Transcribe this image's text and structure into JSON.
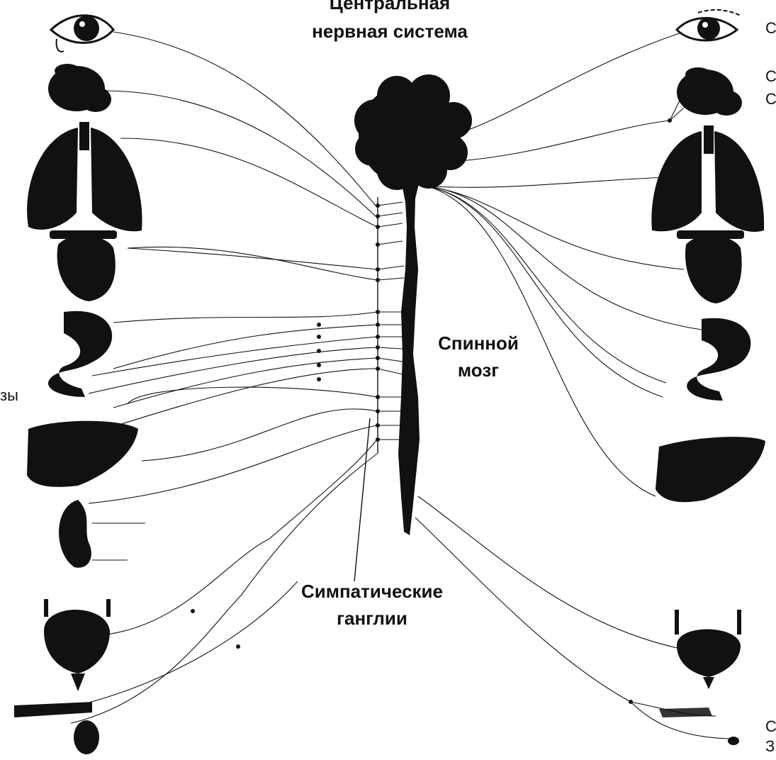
{
  "labels": {
    "cns_line1": "Центральная",
    "cns_line2": "нервная система",
    "spinal_line1": "Спинной",
    "spinal_line2": "мозг",
    "ganglia_line1": "Симпатические",
    "ganglia_line2": "ганглии"
  },
  "edge_fragments": {
    "left_zy": "зы",
    "right_c1": "С",
    "right_c2": "С",
    "right_c3": "С",
    "right_c4": "С",
    "right_z": "З"
  },
  "organs": {
    "left": [
      "eye-icon",
      "salivary-gland-icon",
      "lungs-icon",
      "heart-icon",
      "stomach-icon",
      "liver-icon",
      "kidney-icon",
      "bladder-icon",
      "genitals-icon"
    ],
    "right": [
      "eye-icon",
      "salivary-gland-icon",
      "lungs-icon",
      "heart-icon",
      "stomach-icon",
      "liver-icon",
      "bladder-icon",
      "genitals-icon"
    ]
  },
  "colors": {
    "ink": "#111111",
    "background": "#ffffff"
  }
}
